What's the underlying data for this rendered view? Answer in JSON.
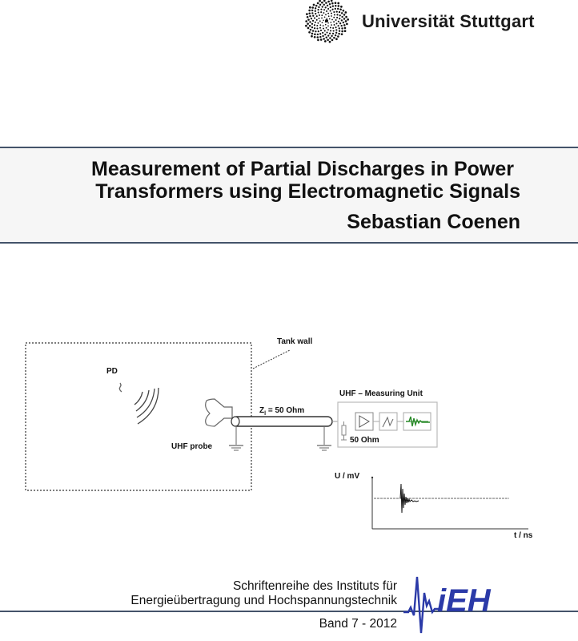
{
  "header": {
    "university": "Universität Stuttgart",
    "logo_icon": "university-stuttgart-dot-logo-icon"
  },
  "title": {
    "line1": "Measurement of Partial Discharges in Power",
    "line2": "Transformers using Electromagnetic Signals",
    "author": "Sebastian Coenen"
  },
  "figure": {
    "tank_wall_label": "Tank wall",
    "pd_label": "PD",
    "probe_label": "UHF probe",
    "cable_label_prefix": "Z",
    "cable_label_sub": "l",
    "cable_label_suffix": " = 50 Ohm",
    "unit_label": "UHF – Measuring Unit",
    "termination_label": "50 Ohm",
    "plot_ylabel": "U / mV",
    "plot_xlabel": "t / ns"
  },
  "footer": {
    "series_line1": "Schriftenreihe des Instituts für",
    "series_line2": "Energieübertragung und Hochspannungstechnik",
    "volume": "Band 7 - 2012",
    "ieh_logo": "IEH",
    "accent_color": "#2b3aa8",
    "rule_color": "#44546a"
  }
}
